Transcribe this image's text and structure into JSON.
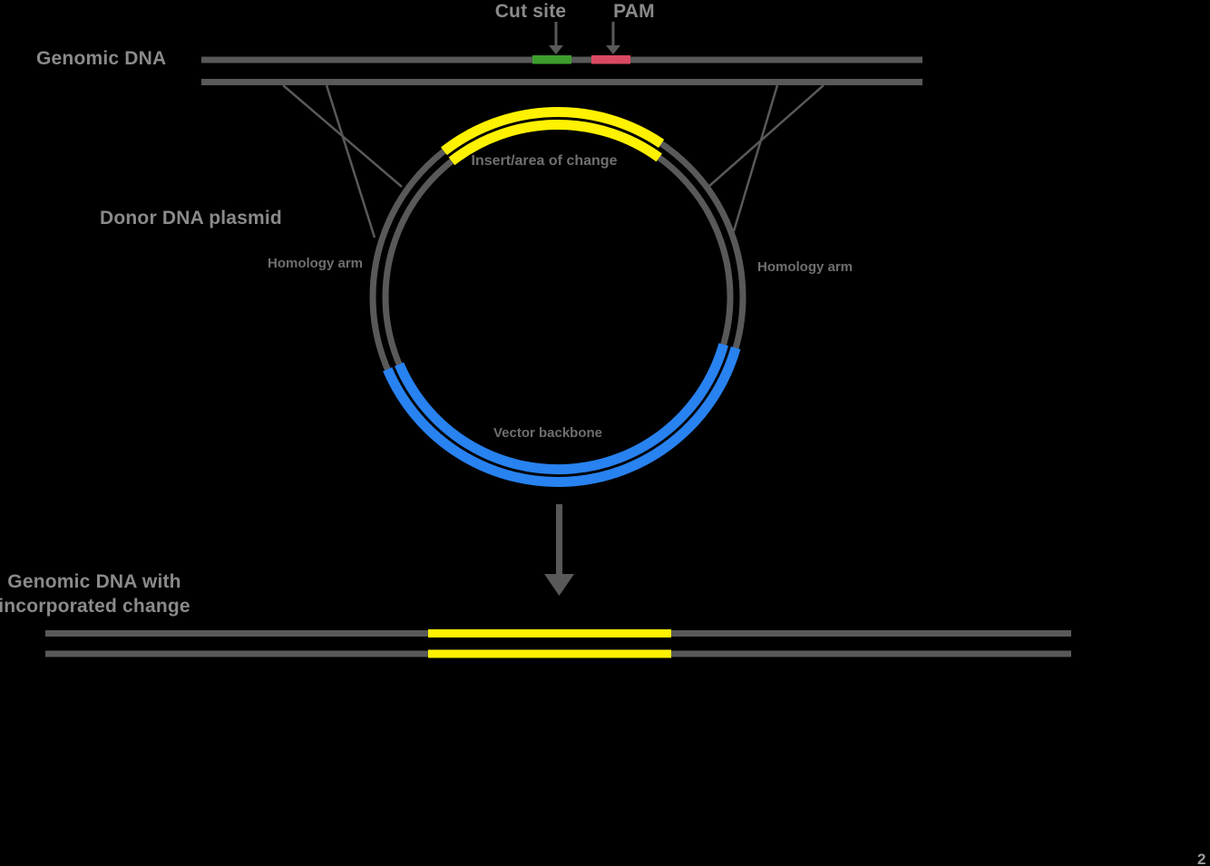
{
  "page": {
    "background": "#000000",
    "page_number": "2"
  },
  "colors": {
    "strand_gray": "#595959",
    "connector_gray": "#595959",
    "arrow_gray": "#595959",
    "label_gray": "#8a8a8a",
    "sublabel_gray": "#6f6f6f",
    "page_number_gray": "#9a9a9a",
    "cut_site_green": "#3d9e2d",
    "pam_red": "#d94a62",
    "insert_yellow": "#fff200",
    "backbone_blue": "#2882f0"
  },
  "genomic_dna": {
    "label": "Genomic DNA",
    "cut_site_label": "Cut site",
    "pam_label": "PAM"
  },
  "plasmid": {
    "label": "Donor DNA plasmid",
    "insert_label": "Insert/area of change",
    "homology_arm_left_label": "Homology arm",
    "homology_arm_right_label": "Homology arm",
    "vector_backbone_label": "Vector backbone"
  },
  "result": {
    "label_line1": "Genomic DNA with",
    "label_line2": "incorporated change"
  }
}
